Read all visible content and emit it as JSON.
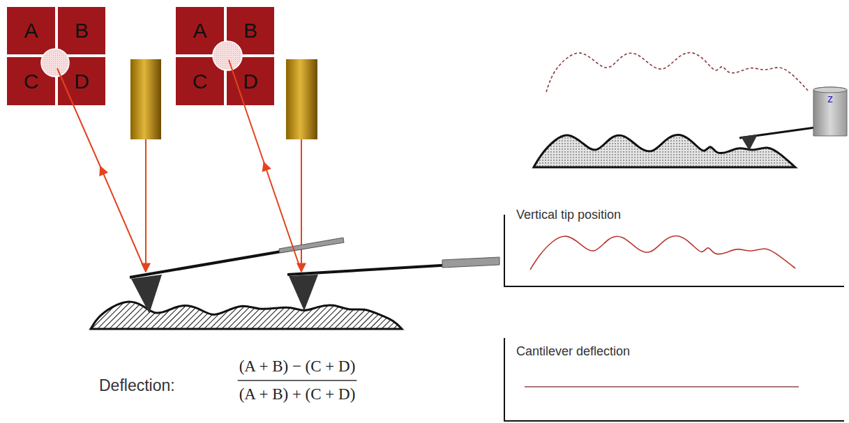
{
  "diagram": {
    "nodes": [
      {
        "text": [
          "A"
        ]
      },
      {
        "text": [
          "B"
        ]
      },
      {
        "text": [
          "C"
        ]
      },
      {
        "text": [
          "D"
        ]
      },
      {
        "text": [
          "A"
        ]
      },
      {
        "text": [
          "B"
        ]
      },
      {
        "text": [
          "C"
        ]
      },
      {
        "text": [
          "D"
        ]
      },
      {
        "text": [
          "z"
        ]
      }
    ],
    "labels": [
      "Deflection:",
      "(A + B) − (C + D)",
      "(A + B) + (C + D)",
      "Vertical tip position",
      "Cantilever deflection"
    ]
  }
}
